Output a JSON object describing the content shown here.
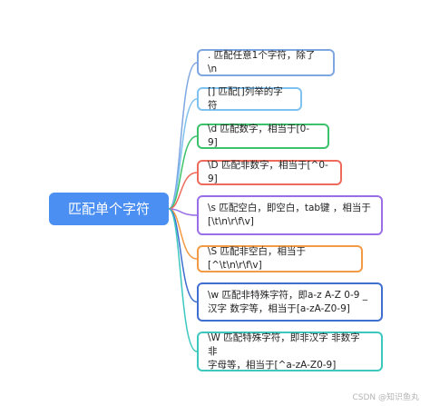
{
  "root": {
    "label": "匹配单个字符"
  },
  "nodes": [
    {
      "text": ".  匹配任意1个字符，除了\\n",
      "color": "#7ea6e0"
    },
    {
      "text": "[]  匹配[]列举的字符",
      "color": "#7fc1ef"
    },
    {
      "text": "\\d  匹配数字，相当于[0-9]",
      "color": "#3cc26b"
    },
    {
      "text": "\\D  匹配非数字，相当于[^0-9]",
      "color": "#ee6a5b"
    },
    {
      "text": "\\s  匹配空白，即空白，tab键 ，相当于\n[\\t\\n\\r\\f\\v]",
      "color": "#9a6ee8"
    },
    {
      "text": "\\S 匹配非空白，相当于[^\\t\\n\\r\\f\\v]",
      "color": "#f39a45"
    },
    {
      "text": "\\w  匹配非特殊字符，即a-z A-Z 0-9 _\n汉字 数字等，相当于[a-zA-Z0-9]",
      "color": "#3f6fd1"
    },
    {
      "text": "\\W 匹配特殊字符，即非汉字 非数字 非\n字母等，相当于[^a-zA-Z0-9]",
      "color": "#3cc8bf"
    }
  ],
  "watermark": "CSDN @知识鱼丸"
}
